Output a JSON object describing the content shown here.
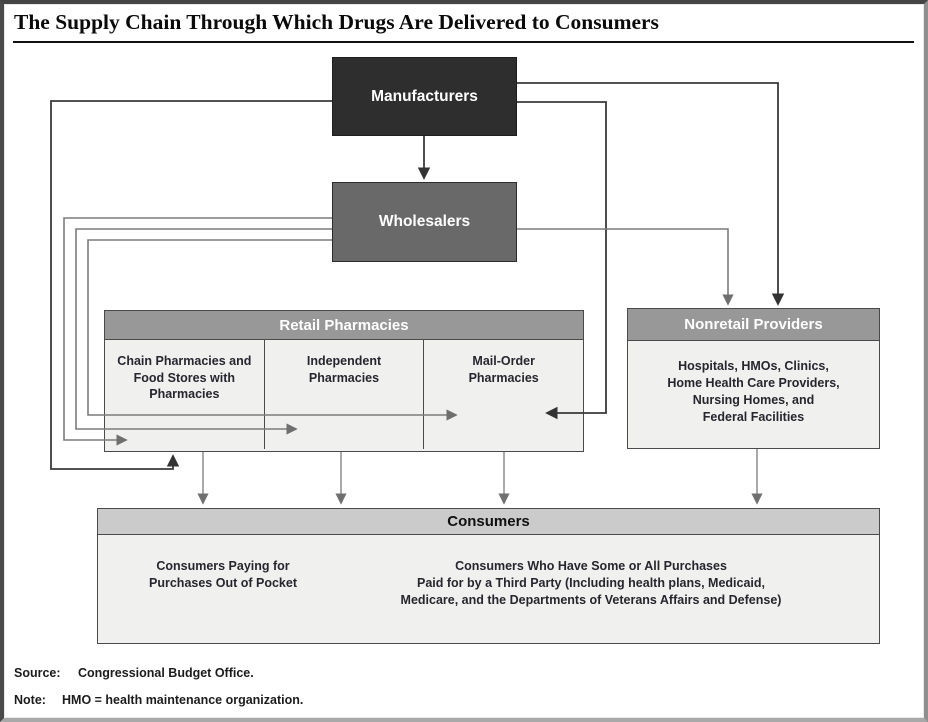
{
  "title": "The Supply Chain Through Which Drugs Are Delivered to Consumers",
  "diagram": {
    "manufacturers": {
      "label": "Manufacturers"
    },
    "wholesalers": {
      "label": "Wholesalers"
    },
    "retail": {
      "header": "Retail Pharmacies",
      "cells": [
        {
          "label": "Chain Pharmacies and\nFood Stores with\nPharmacies"
        },
        {
          "label": "Independent\nPharmacies"
        },
        {
          "label": "Mail-Order\nPharmacies"
        }
      ]
    },
    "nonretail": {
      "header": "Nonretail Providers",
      "body": "Hospitals, HMOs, Clinics,\nHome Health Care Providers,\nNursing Homes, and\nFederal Facilities"
    },
    "consumers": {
      "header": "Consumers",
      "left": "Consumers Paying for\nPurchases Out of Pocket",
      "right": "Consumers Who Have Some or All Purchases\nPaid for by a Third Party (Including health plans, Medicaid,\nMedicare, and the Departments of Veterans Affairs and Defense)"
    },
    "edges": [
      {
        "from": "Manufacturers",
        "to": "Wholesalers"
      },
      {
        "from": "Manufacturers",
        "to": "Nonretail Providers"
      },
      {
        "from": "Manufacturers",
        "to": "Mail-Order Pharmacies"
      },
      {
        "from": "Manufacturers",
        "to": "Chain Pharmacies and Food Stores with Pharmacies"
      },
      {
        "from": "Wholesalers",
        "to": "Chain Pharmacies and Food Stores with Pharmacies"
      },
      {
        "from": "Wholesalers",
        "to": "Independent Pharmacies"
      },
      {
        "from": "Wholesalers",
        "to": "Mail-Order Pharmacies"
      },
      {
        "from": "Wholesalers",
        "to": "Nonretail Providers"
      },
      {
        "from": "Chain Pharmacies and Food Stores with Pharmacies",
        "to": "Consumers"
      },
      {
        "from": "Independent Pharmacies",
        "to": "Consumers"
      },
      {
        "from": "Mail-Order Pharmacies",
        "to": "Consumers"
      },
      {
        "from": "Nonretail Providers",
        "to": "Consumers"
      }
    ]
  },
  "footer": {
    "source_label": "Source:",
    "source_text": "Congressional Budget Office.",
    "note_label": "Note:",
    "note_text": "HMO = health maintenance organization."
  },
  "colors": {
    "manufacturers_fill": "#2e2e2e",
    "wholesalers_fill": "#696969",
    "group_header_fill": "#989898",
    "consumers_header_fill": "#cbcbcb",
    "body_fill": "#f0f0ef",
    "box_border": "#4a4a4a",
    "dark_line": "#3a3a3a",
    "gray_line": "#7c7c7c"
  }
}
